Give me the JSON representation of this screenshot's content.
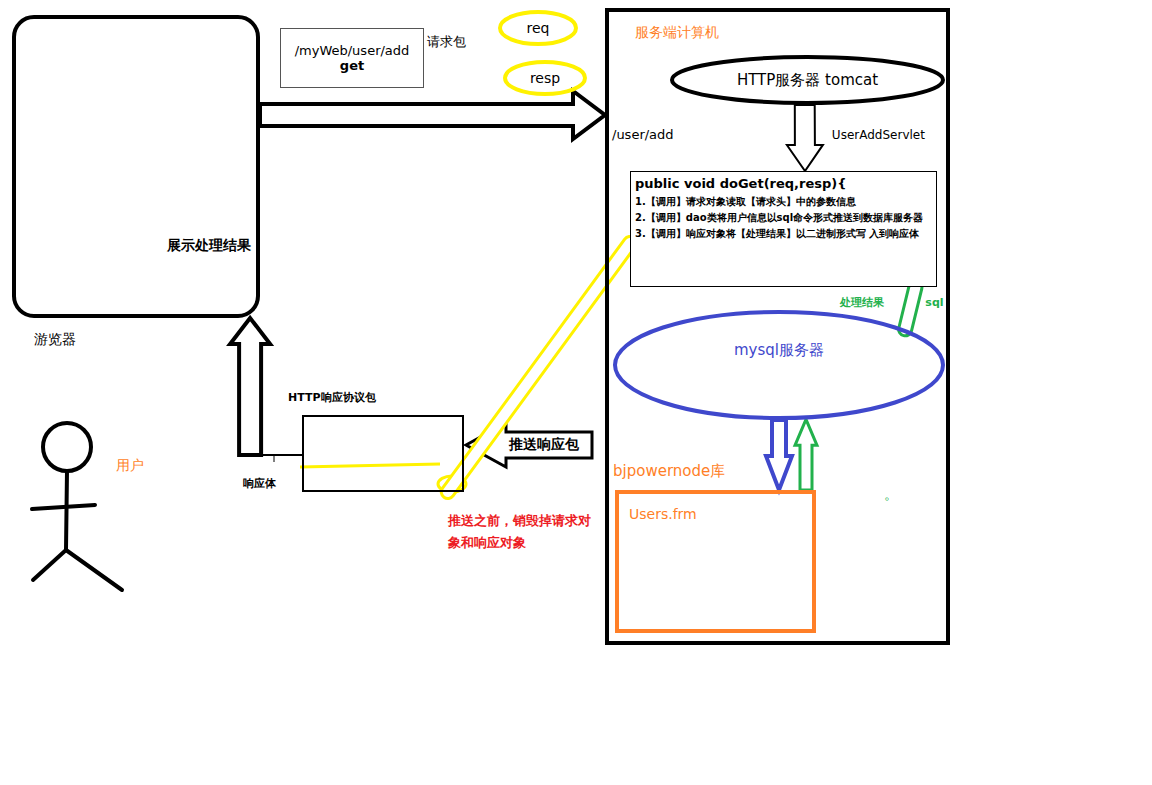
{
  "diagram": {
    "nodes": [
      {
        "text": [
          "展示处理结果",
          "游览器"
        ]
      },
      {
        "text": [
          "/myWeb/user/add",
          "get",
          "请求包"
        ]
      },
      {
        "text": [
          "req"
        ]
      },
      {
        "text": [
          "resp"
        ]
      },
      {
        "text": [
          "服务端计算机"
        ]
      },
      {
        "text": [
          "HTTP服务器 tomcat"
        ],
        "in": 4
      },
      {
        "text": [
          "public void doGet(req,resp){",
          "1.【调用】请求对象读取【请求头】中的参数信息",
          "2.【调用】dao类将用户信息以sql命令形式推送到数据库服务器",
          "3.【调用】响应对象将【处理结果】以二进制形式写 入到响应体"
        ],
        "in": 4
      },
      {
        "text": [
          "mysql服务器"
        ],
        "in": 4
      },
      {
        "text": [
          "bjpowernode库",
          "Users.frm"
        ],
        "in": 4
      },
      {
        "text": [
          "HTTP响应协议包"
        ]
      }
    ],
    "edges": [
      {
        "from": 0,
        "to": 4,
        "arrow": "to"
      },
      {
        "from": 5,
        "to": 6,
        "label": "UserAddServlet",
        "arrow": "to"
      },
      {
        "from": 7,
        "to": 8,
        "arrow": "to"
      },
      {
        "from": 8,
        "to": 7,
        "arrow": "to"
      },
      {
        "from": 6,
        "to": 7,
        "label": "sql",
        "arrow": "none"
      },
      {
        "from": 6,
        "to": 9,
        "arrow": "none"
      },
      {
        "from": 9,
        "to": 0,
        "arrow": "to"
      }
    ],
    "labels": [
      "/user/add",
      "推送响应包",
      "响应体",
      "推送之前，销毁掉请求对象和响应对象",
      "用户",
      "处理结果",
      "。"
    ]
  }
}
